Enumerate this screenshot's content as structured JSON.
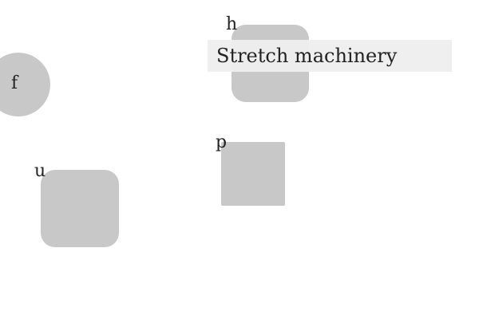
{
  "colors": {
    "shape_fill": "#c8c8c8",
    "text_bar_fill": "#eeeeee",
    "text": "#222222",
    "background": "#ffffff"
  },
  "shapes": {
    "f": {
      "label": "f",
      "kind": "circle"
    },
    "h": {
      "label": "h",
      "kind": "rounded-square"
    },
    "p": {
      "label": "p",
      "kind": "square"
    },
    "u": {
      "label": "u",
      "kind": "rounded-square"
    }
  },
  "text_bar": {
    "text": "Stretch machinery"
  }
}
